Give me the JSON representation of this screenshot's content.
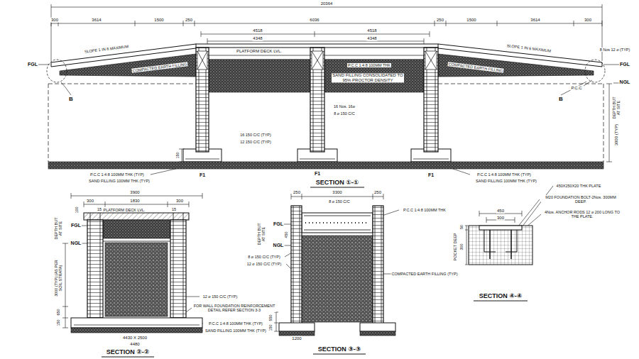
{
  "diagram": {
    "labels": [
      "20364",
      "300",
      "3614",
      "1500",
      "250",
      "6036",
      "250",
      "1500",
      "3614",
      "300",
      "4518",
      "4518",
      "4348",
      "4348",
      "SLOPE 1 IN 6 MAXIMUM",
      "SLOPE 1 IN 6 MAXIMUM",
      "8 Nos 12 ⌀ (TYP)",
      "PLATFORM DECK LVL.",
      "P.C.C 1:4:8 100MM THK",
      "SAND FILLING CONSOLIDATED TO 95% PROCTOR DENSITY",
      "COMPACTED EARTH FILLING",
      "COMPACTED EARTH FILLING",
      "FGL",
      "FGL",
      "NGL",
      "P.C.C",
      "B",
      "B",
      "DEPTH BUT AT SITE",
      "3000 (TYP)",
      "16 Nos. 16⌀",
      "8 ⌀ 150 C/C",
      "16 150 C/C (TYP)",
      "12 150 C/C (TYP)",
      "150",
      "F1",
      "F1",
      "F1",
      "SECTION ①-①",
      "P.C.C 1:4:8 100MM THK (TYP)",
      "SAND FILLING 100MM THK (TYP)",
      "P.C.C 1:4:8 100MM THK (TYP)",
      "SAND FILLING 100MM THK (TYP)",
      "3900",
      "300",
      "1830",
      "300",
      "PLATFORM DECK LVL.",
      "15",
      "15",
      "100",
      "FGL",
      "NGL",
      "DEPTH BUT AT SITE",
      "3000 (TYP) (AS PER SOIL STRATA)",
      "650",
      "150",
      "12 ⌀ 150 C/C (TYP)",
      "FOR WALL FOUNDATION REINFORCEMENT DETAIL REFER SECTION 3-3",
      "P.C.C 1:4:8 100MM THK (TYP)",
      "SAND FILLING 100MM THK (TYP)",
      "4430 X 2500",
      "4480",
      "SECTION ②-②",
      "250",
      "3300",
      "250",
      "8 ⌀ 150 C/C",
      "P.C.C 1:4:8 100MM THK",
      "FGL",
      "NGL",
      "DEPTH BUT AT SITE",
      "450",
      "8 ⌀ 150 C/C (TYP)",
      "12 ⌀ 150 C/C (TYP)",
      "COMPACTED EARTH FILLING (TYP)",
      "550",
      "150",
      "1200",
      "SECTION ③-③",
      "450",
      "300",
      "450X250X20 THK PLATE",
      "M20 FOUNDATION BOLT-2Nos. 300MM DEEP.",
      "4Nos. ANCHOR RODS 12 ⌀ 200 LONG TO THE PLATE.",
      "50",
      "300",
      "POCKET DEEP",
      "SECTION ④-④"
    ]
  }
}
